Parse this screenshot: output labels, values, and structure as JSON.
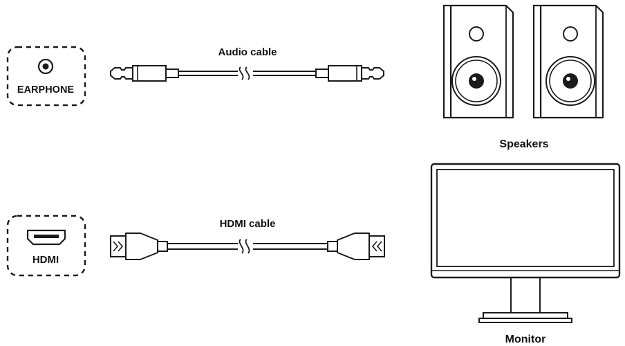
{
  "ports": {
    "earphone": {
      "label": "EARPHONE",
      "icon": "audio-jack-icon"
    },
    "hdmi": {
      "label": "HDMI",
      "icon": "hdmi-port-icon"
    }
  },
  "cables": {
    "audio": {
      "label": "Audio cable",
      "icon": "audio-plug-icon"
    },
    "hdmi": {
      "label": "HDMI cable",
      "icon": "hdmi-plug-icon"
    }
  },
  "devices": {
    "speakers": {
      "label": "Speakers",
      "icon": "speaker-icon"
    },
    "monitor": {
      "label": "Monitor",
      "icon": "monitor-icon"
    }
  },
  "colors": {
    "line": "#1a1a1a",
    "background": "#ffffff"
  }
}
